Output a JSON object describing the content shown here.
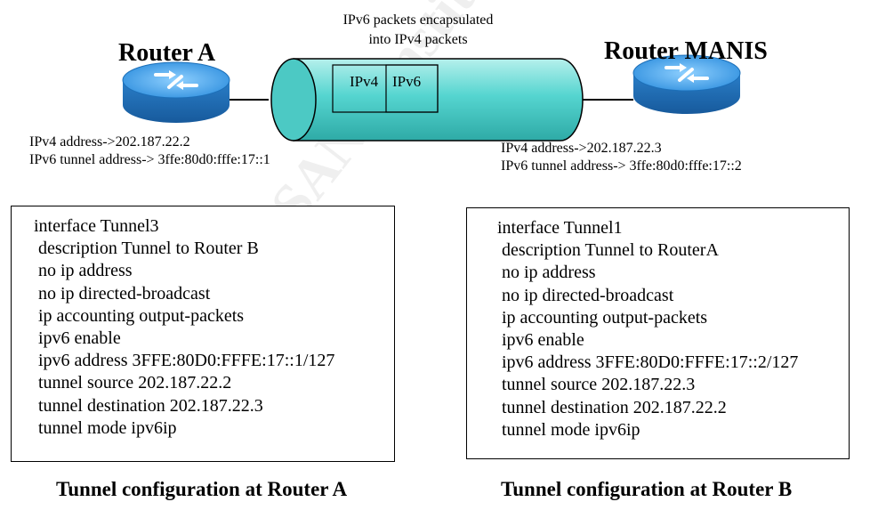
{
  "tunnel": {
    "caption_line1": "IPv6 packets encapsulated",
    "caption_line2": "into IPv4 packets",
    "packet_outer": "IPv4",
    "packet_inner": "IPv6"
  },
  "router_a": {
    "title": "Router A",
    "ipv4": "IPv4 address->202.187.22.2",
    "ipv6": "IPv6 tunnel address-> 3ffe:80d0:fffe:17::1"
  },
  "router_b": {
    "title": "Router MANIS",
    "ipv4": "IPv4 address->202.187.22.3",
    "ipv6": "IPv6 tunnel address-> 3ffe:80d0:fffe:17::2"
  },
  "config_a": {
    "lines": [
      "interface Tunnel3",
      " description Tunnel to Router B",
      " no ip address",
      " no ip directed-broadcast",
      " ip accounting output-packets",
      " ipv6 enable",
      " ipv6 address 3FFE:80D0:FFFE:17::1/127",
      " tunnel source 202.187.22.2",
      " tunnel destination 202.187.22.3",
      " tunnel mode ipv6ip"
    ],
    "caption": "Tunnel configuration at Router A"
  },
  "config_b": {
    "lines": [
      "interface Tunnel1",
      " description Tunnel to RouterA",
      " no ip address",
      " no ip directed-broadcast",
      " ip accounting output-packets",
      " ipv6 enable",
      " ipv6 address 3FFE:80D0:FFFE:17::2/127",
      " tunnel source 202.187.22.3",
      " tunnel destination 202.187.22.2",
      " tunnel mode ipv6ip"
    ],
    "caption": "Tunnel configuration at Router B"
  },
  "watermark": "© SANS Institute 2002, Author retains full rights",
  "colors": {
    "tunnel_fill": "#55d5d0",
    "router_fill": "#4aa6e8"
  }
}
